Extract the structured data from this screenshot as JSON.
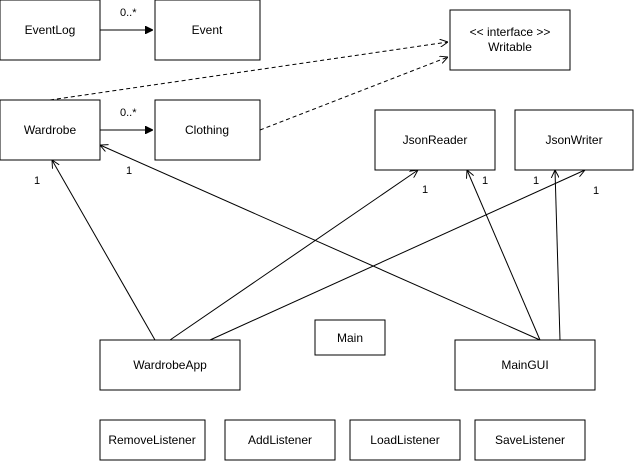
{
  "classes": {
    "eventlog": "EventLog",
    "event": "Event",
    "writable_line1": "<< interface >>",
    "writable_line2": "Writable",
    "wardrobe": "Wardrobe",
    "clothing": "Clothing",
    "jsonreader": "JsonReader",
    "jsonwriter": "JsonWriter",
    "main": "Main",
    "wardrobeapp": "WardrobeApp",
    "maingui": "MainGUI",
    "removelistener": "RemoveListener",
    "addlistener": "AddListener",
    "loadlistener": "LoadListener",
    "savelistener": "SaveListener"
  },
  "multiplicities": {
    "eventlog_event": "0..*",
    "wardrobe_clothing": "0..*",
    "app_wardrobe": "1",
    "gui_wardrobe": "1",
    "app_reader": "1",
    "gui_reader": "1",
    "gui_writer": "1",
    "app_writer": "1"
  }
}
